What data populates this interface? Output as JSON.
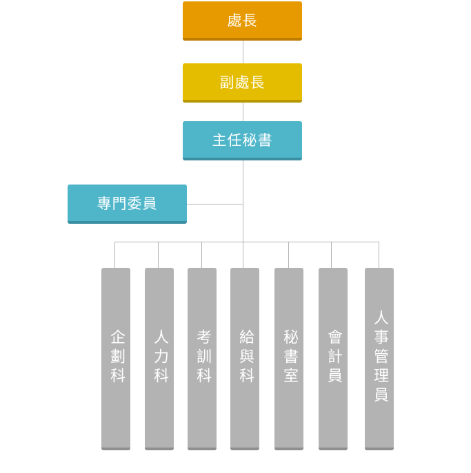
{
  "head": {
    "label": "處長",
    "color": "#e79a00"
  },
  "deputy": {
    "label": "副處長",
    "color": "#e4bd00"
  },
  "secretary": {
    "label": "主任秘書",
    "color": "#4fb6c9"
  },
  "specialist": {
    "label": "專門委員",
    "color": "#4fb6c9"
  },
  "units": [
    {
      "label": "企劃科"
    },
    {
      "label": "人力科"
    },
    {
      "label": "考訓科"
    },
    {
      "label": "給與科"
    },
    {
      "label": "秘書室"
    },
    {
      "label": "會計員"
    },
    {
      "label": "人事管理員"
    }
  ],
  "unit_color": "#b3b3b3",
  "connector_color": "#b3b3b3"
}
